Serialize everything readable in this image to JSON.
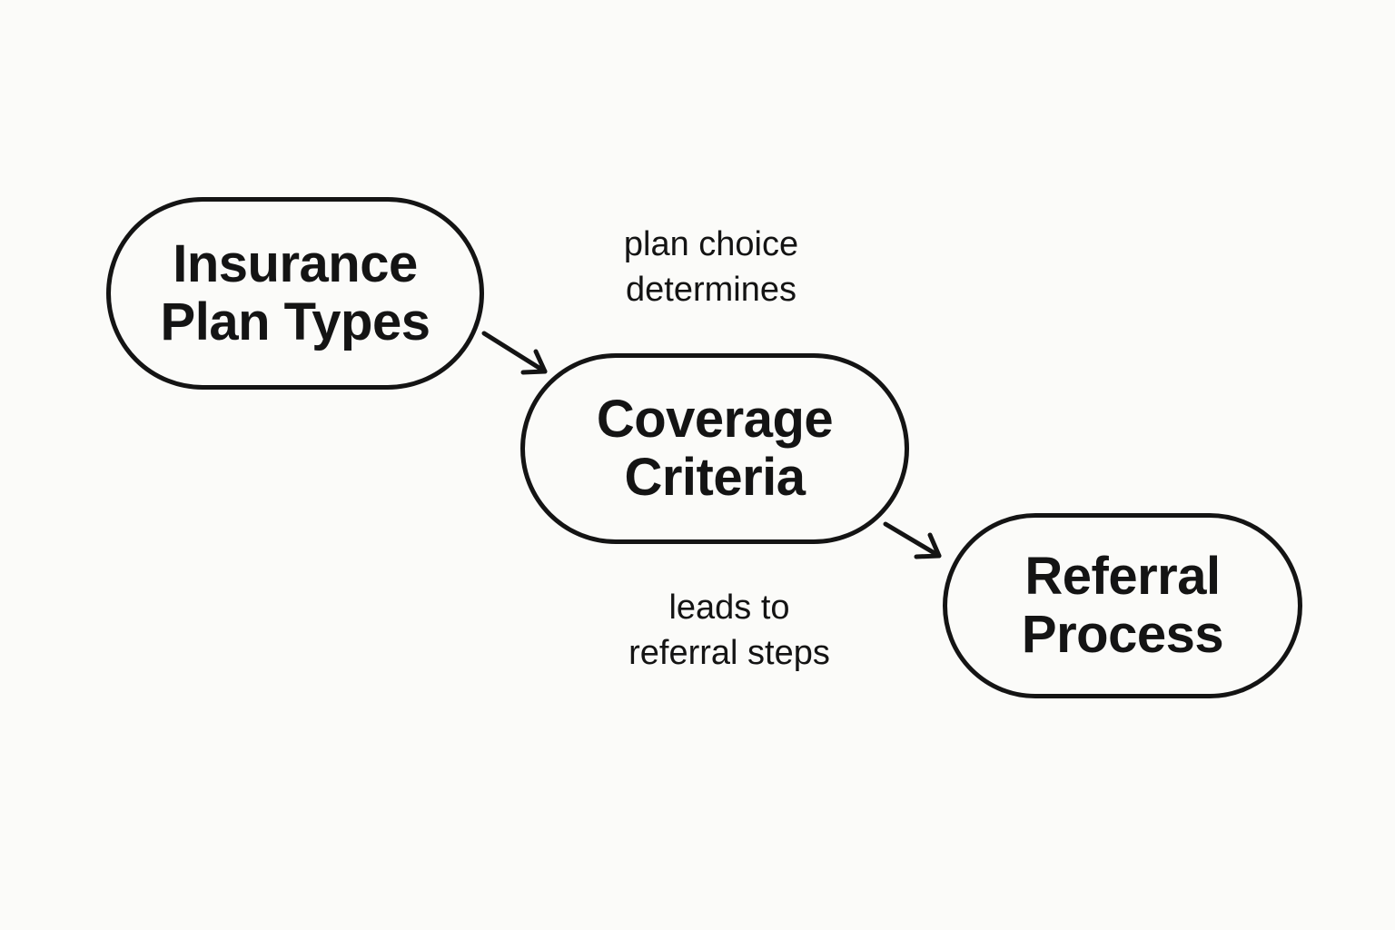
{
  "nodes": [
    {
      "id": "insurance-plan-types",
      "lines": [
        "Insurance",
        "Plan Types"
      ]
    },
    {
      "id": "coverage-criteria",
      "lines": [
        "Coverage",
        "Criteria"
      ]
    },
    {
      "id": "referral-process",
      "lines": [
        "Referral",
        "Process"
      ]
    }
  ],
  "edges": [
    {
      "from": "insurance-plan-types",
      "to": "coverage-criteria",
      "label_lines": [
        "plan choice",
        "determines"
      ]
    },
    {
      "from": "coverage-criteria",
      "to": "referral-process",
      "label_lines": [
        "leads to",
        "referral steps"
      ]
    }
  ],
  "colors": {
    "background": "#fbfbf9",
    "stroke": "#141414",
    "text": "#141414"
  }
}
